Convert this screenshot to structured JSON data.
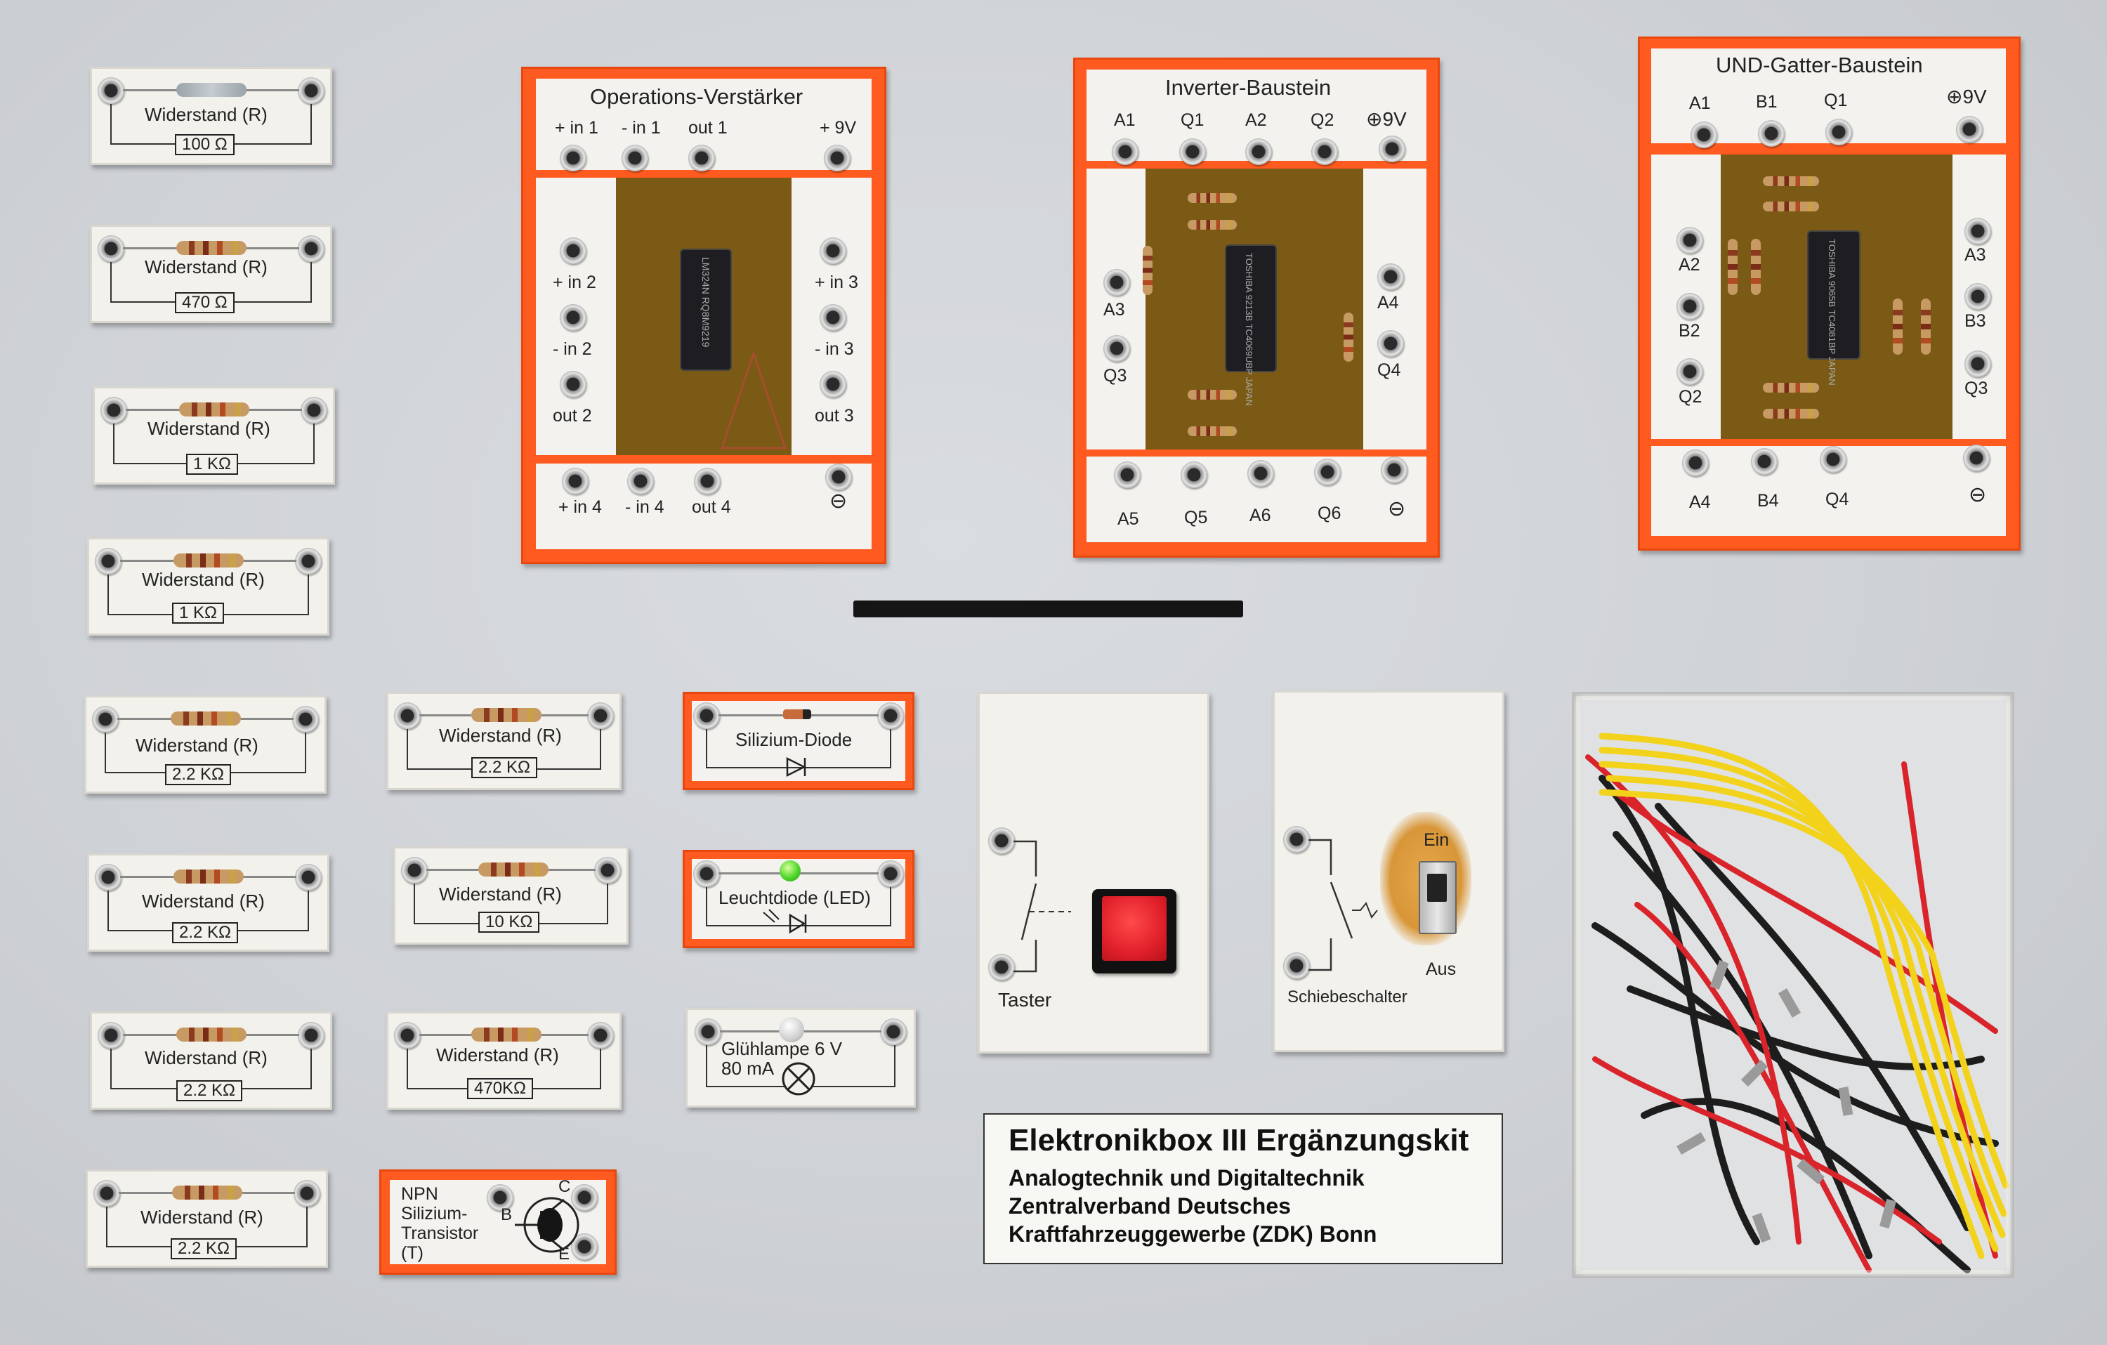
{
  "resistors_left": [
    {
      "title": "Widerstand (R)",
      "value": "100 Ω"
    },
    {
      "title": "Widerstand (R)",
      "value": "470 Ω"
    },
    {
      "title": "Widerstand (R)",
      "value": "1 KΩ"
    },
    {
      "title": "Widerstand (R)",
      "value": "1 KΩ"
    },
    {
      "title": "Widerstand (R)",
      "value": "2.2 KΩ"
    },
    {
      "title": "Widerstand (R)",
      "value": "2.2 KΩ"
    },
    {
      "title": "Widerstand (R)",
      "value": "2.2 KΩ"
    },
    {
      "title": "Widerstand (R)",
      "value": "2.2 KΩ"
    }
  ],
  "resistors_mid": [
    {
      "title": "Widerstand (R)",
      "value": "2.2 KΩ"
    },
    {
      "title": "Widerstand (R)",
      "value": "10 KΩ"
    },
    {
      "title": "Widerstand (R)",
      "value": "470KΩ"
    }
  ],
  "transistor": {
    "lines": [
      "NPN",
      "Silizium-",
      "Transistor",
      "(T)"
    ],
    "pin_b": "B",
    "pin_c": "C",
    "pin_e": "E"
  },
  "diode": {
    "title": "Silizium-Diode"
  },
  "led": {
    "title": "Leuchtdiode (LED)"
  },
  "lamp": {
    "line1": "Glühlampe 6 V",
    "line2": "80 mA"
  },
  "opamp": {
    "title": "Operations-Verstärker",
    "top_labels": [
      "+ in 1",
      "- in 1",
      "out 1",
      "+ 9V"
    ],
    "left_labels": [
      "+ in 2",
      "- in 2",
      "out 2"
    ],
    "right_labels": [
      "+ in 3",
      "- in 3",
      "out 3"
    ],
    "bottom_labels": [
      "+ in 4",
      "- in 4",
      "out 4",
      "⊖"
    ],
    "chip_text": "LM324N RQ8M9219"
  },
  "inverter": {
    "title": "Inverter-Baustein",
    "top_labels": [
      "A1",
      "Q1",
      "A2",
      "Q2",
      "⊕9V"
    ],
    "left_labels": [
      "A3",
      "Q3"
    ],
    "right_labels": [
      "A4",
      "Q4"
    ],
    "bottom_labels": [
      "A5",
      "Q5",
      "A6",
      "Q6",
      "⊖"
    ],
    "chip_text": "TOSHIBA 9213B TC4069UBP JAPAN"
  },
  "and_gate": {
    "title": "UND-Gatter-Baustein",
    "top_labels": [
      "A1",
      "B1",
      "Q1",
      "⊕9V"
    ],
    "left_labels": [
      "A2",
      "B2",
      "Q2"
    ],
    "right_labels": [
      "A3",
      "B3",
      "Q3"
    ],
    "bottom_labels": [
      "A4",
      "B4",
      "Q4",
      "⊖"
    ],
    "chip_text": "TOSHIBA 9065B TC4081BP JAPAN"
  },
  "taster": {
    "label": "Taster"
  },
  "schiebeschalter": {
    "label": "Schiebeschalter",
    "on": "Ein",
    "off": "Aus"
  },
  "info": {
    "title": "Elektronikbox III Ergänzungskit",
    "line1": "Analogtechnik und Digitaltechnik",
    "line2": "Zentralverband Deutsches",
    "line3": "Kraftfahrzeuggewerbe (ZDK) Bonn"
  },
  "colors": {
    "module_orange": "#ff5a1f",
    "board_grey": "#cfd2d6",
    "pcb_brown": "#7a5a14",
    "button_red": "#e0202a",
    "wire_yellow": "#f2d21a",
    "wire_red": "#d8242a"
  }
}
